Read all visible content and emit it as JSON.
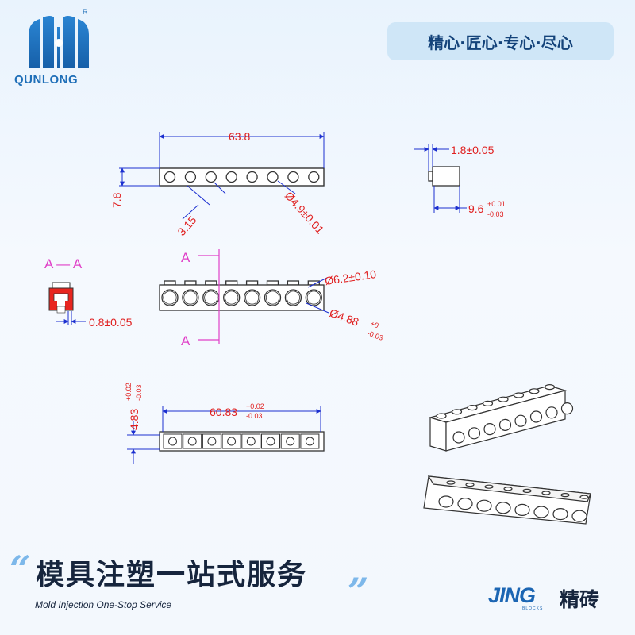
{
  "header": {
    "brand": "QUNLONG",
    "registered_mark": "R",
    "slogan": "精心·匠心·专心·尽心"
  },
  "drawing": {
    "section_label": "A — A",
    "cut_marker": "A",
    "dims": {
      "overall_length": "63.8",
      "height": "7.8",
      "pitch": "3.15",
      "small_hole": "Ø4.9±0.01",
      "stud_height": "1.8±0.05",
      "depth": "9.6",
      "depth_tol_plus": "+0.01",
      "depth_tol_minus": "-0.03",
      "wall": "0.8±0.05",
      "large_hole": "Ø6.2±0.10",
      "inner_hole": "Ø4.88",
      "inner_hole_tol_plus": "+0",
      "inner_hole_tol_minus": "-0.03",
      "bottom_height": "4.83",
      "bottom_height_tol_plus": "+0.02",
      "bottom_height_tol_minus": "-0.03",
      "bottom_length": "60.83",
      "bottom_length_tol_plus": "+0.02",
      "bottom_length_tol_minus": "-0.03"
    }
  },
  "footer": {
    "title": "模具注塑一站式服务",
    "subtitle": "Mold Injection One-Stop Service",
    "partner_logo": "JING",
    "partner_logo_sub": "BLOCKS",
    "partner_name": "精砖"
  }
}
